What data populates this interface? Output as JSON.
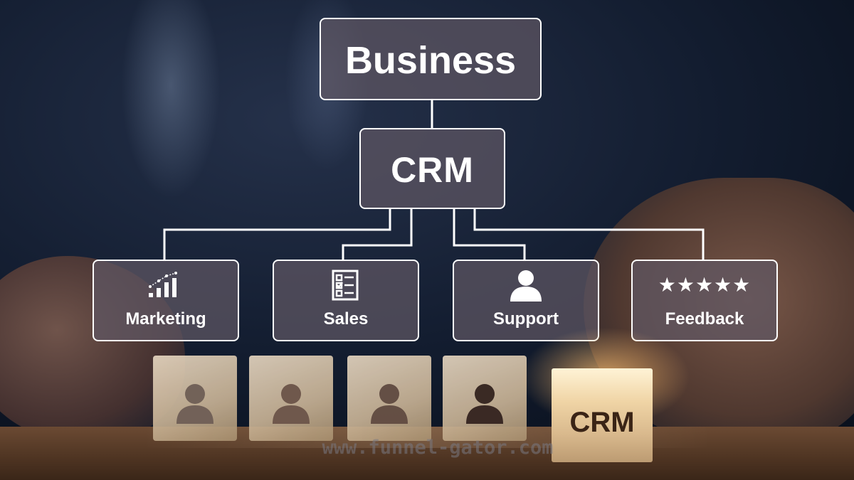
{
  "diagram": {
    "root": {
      "label": "Business"
    },
    "hub": {
      "label": "CRM"
    },
    "children": [
      {
        "label": "Marketing",
        "icon": "bar-chart-icon"
      },
      {
        "label": "Sales",
        "icon": "checklist-icon"
      },
      {
        "label": "Support",
        "icon": "person-icon"
      },
      {
        "label": "Feedback",
        "icon": "five-stars-icon",
        "stars": "★★★★★"
      }
    ]
  },
  "blocks": {
    "count_person_blocks": 4,
    "crm_block_label": "CRM"
  },
  "watermark": "www.funnel-gator.com",
  "colors": {
    "box_fill": "#5f5864",
    "box_border": "#ffffff",
    "connector": "#ffffff",
    "glow": "#ffbe6e"
  }
}
